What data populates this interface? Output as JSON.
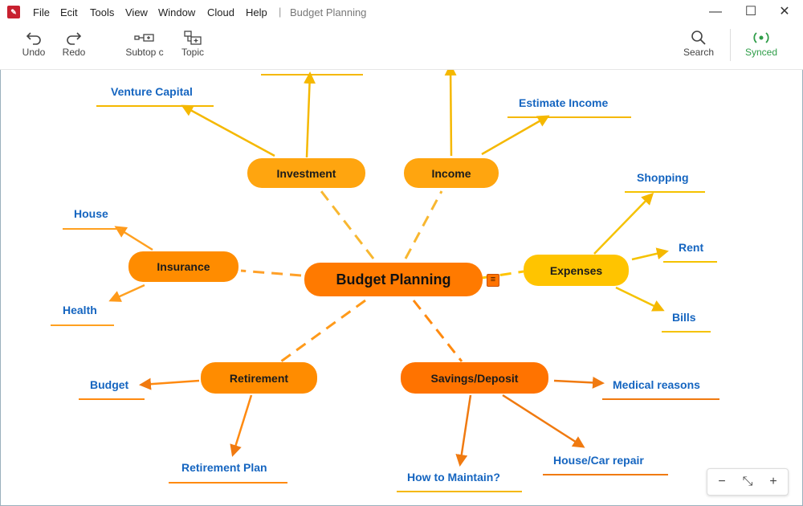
{
  "window": {
    "menu": [
      "File",
      "Ecit",
      "Tools",
      "View",
      "Window",
      "Cloud",
      "Help"
    ],
    "separator": "|",
    "doc_title": "Budget Planning",
    "controls": {
      "minimize": "—",
      "maximize": "☐",
      "close": "✕"
    }
  },
  "toolbar": {
    "undo": "Undo",
    "redo": "Redo",
    "subtopic": "Subtop c",
    "topic": "Topic",
    "search": "Search",
    "synced": "Synced"
  },
  "mindmap": {
    "central": "Budget Planning",
    "note_icon": "≡",
    "topics": {
      "investment": "Investment",
      "income": "Income",
      "insurance": "Insurance",
      "expenses": "Expenses",
      "retirement": "Retirement",
      "savings": "Savings/Deposit"
    },
    "leaves": {
      "venture_capital": "Venture Capital",
      "estimate_income": "Estimate Income",
      "shopping": "Shopping",
      "rent": "Rent",
      "bills": "Bills",
      "house": "House",
      "health": "Health",
      "budget": "Budget",
      "retirement_plan": "Retirement Plan",
      "how_to_maintain": "How to Maintain?",
      "house_car_repair": "House/Car repair",
      "medical_reasons": "Medical reasons"
    }
  },
  "zoom": {
    "out": "−",
    "fit": "⤡",
    "in": "+"
  },
  "colors": {
    "central": "#ff7a00",
    "topic_yellow": "#ffa50f",
    "topic_gold": "#ffc400",
    "topic_orange": "#ff8c00",
    "leaf_text": "#1565c0",
    "synced": "#2e9d48"
  }
}
